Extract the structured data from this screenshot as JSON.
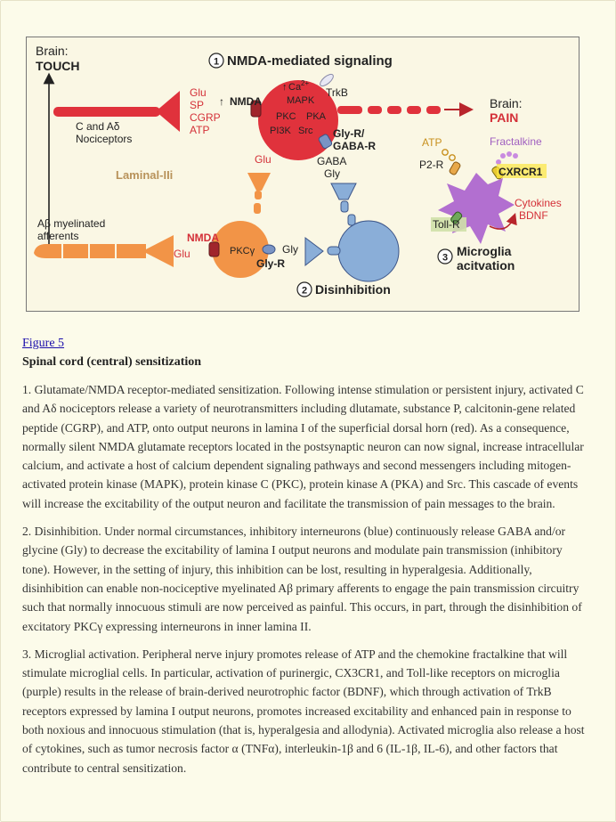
{
  "figure": {
    "brain_touch": [
      "Brain:",
      "TOUCH"
    ],
    "brain_pain": [
      "Brain:",
      "PAIN"
    ],
    "section1": {
      "num": "1",
      "title": "NMDA-mediated signaling"
    },
    "section2": {
      "num": "2",
      "title": "Disinhibition"
    },
    "section3": {
      "num": "3",
      "title_lines": [
        "Microglia",
        "acitvation"
      ]
    },
    "nociceptors": [
      "C and Aδ",
      "Nociceptors"
    ],
    "transmitters": [
      "Glu",
      "SP",
      "CGRP",
      "ATP"
    ],
    "neuron_labels": {
      "nmda": "NMDA",
      "ca": "Ca",
      "ca_sup": "2+",
      "mapk": "MAPK",
      "trkb": "TrkB",
      "pkc": "PKC",
      "pka": "PKA",
      "pi3k": "PI3K",
      "src": "Src",
      "glyr_gabar": [
        "Gly-R/",
        "GABA-R"
      ]
    },
    "laminal": "Laminal-IIi",
    "glu_top": "Glu",
    "gaba_gly": [
      "GABA",
      "Gly"
    ],
    "abeta": [
      "Aβ myelinated",
      "afferents"
    ],
    "pkcg_labels": {
      "nmda": "NMDA",
      "glu": "Glu",
      "pkcg": "PKCγ",
      "gly": "Gly",
      "glyr": "Gly-R"
    },
    "microglia_labels": {
      "atp": "ATP",
      "p2r": "P2-R",
      "fractalkine": "Fractalkine",
      "cxrcr1": "CXRCR1",
      "cytokines": "Cytokines",
      "bdnf": "BDNF",
      "tollr": "Toll-R"
    },
    "colors": {
      "red": "#e0323c",
      "orange": "#f29447",
      "blue": "#8aaed8",
      "purple": "#b26fd0",
      "dark": "#222222"
    }
  },
  "caption": {
    "figure_link": "Figure 5",
    "title": "Spinal cord (central) sensitization",
    "paragraphs": [
      "1. Glutamate/NMDA receptor-mediated sensitization. Following intense stimulation or persistent injury, activated C and Aδ nociceptors release a variety of neurotransmitters including dlutamate, substance P, calcitonin-gene related peptide (CGRP), and ATP, onto output neurons in lamina I of the superficial dorsal horn (red). As a consequence, normally silent NMDA glutamate receptors located in the postsynaptic neuron can now signal, increase intracellular calcium, and activate a host of calcium dependent signaling pathways and second messengers including mitogen-activated protein kinase (MAPK), protein kinase C (PKC), protein kinase A (PKA) and Src. This cascade of events will increase the excitability of the output neuron and facilitate the transmission of pain messages to the brain.",
      "2. Disinhibition. Under normal circumstances, inhibitory interneurons (blue) continuously release GABA and/or glycine (Gly) to decrease the excitability of lamina I output neurons and modulate pain transmission (inhibitory tone). However, in the setting of injury, this inhibition can be lost, resulting in hyperalgesia. Additionally, disinhibition can enable non-nociceptive myelinated Aβ primary afferents to engage the pain transmission circuitry such that normally innocuous stimuli are now perceived as painful. This occurs, in part, through the disinhibition of excitatory PKCγ expressing interneurons in inner lamina II.",
      "3. Microglial activation. Peripheral nerve injury promotes release of ATP and the chemokine fractalkine that will stimulate microglial cells. In particular, activation of purinergic, CX3CR1, and Toll-like receptors on microglia (purple) results in the release of brain-derived neurotrophic factor (BDNF), which through activation of TrkB receptors expressed by lamina I output neurons, promotes increased excitability and enhanced pain in response to both noxious and innocuous stimulation (that is, hyperalgesia and allodynia). Activated microglia also release a host of cytokines, such as tumor necrosis factor α (TNFα), interleukin-1β and 6 (IL-1β, IL-6), and other factors that contribute to central sensitization."
    ]
  }
}
